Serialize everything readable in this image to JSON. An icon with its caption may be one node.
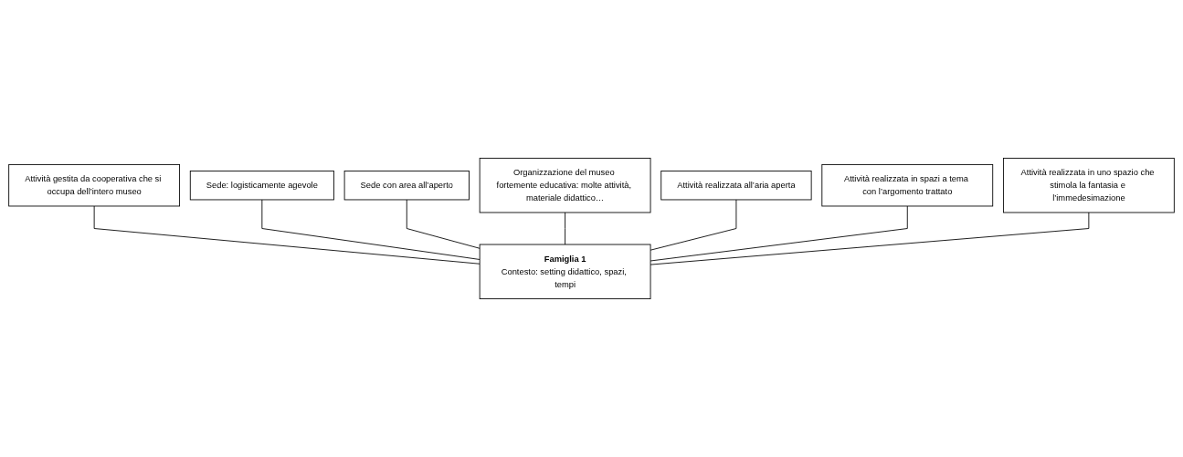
{
  "diagram": {
    "nodes": [
      {
        "text": [
          "Sede con area all’aperto"
        ]
      },
      {
        "text": [
          "Organizzazione del museo fortemente educativa: molte attività, materiale didattico…"
        ]
      },
      {
        "text": [
          "Attività realizzata all’aria aperta"
        ]
      },
      {
        "text": [
          "Sede: logisticamente agevole"
        ]
      },
      {
        "text": [
          "Attività realizzata in spazi a tema con l’argomento trattato"
        ]
      },
      {
        "text": [
          "Attività gestita da cooperativa che si occupa dell’intero museo"
        ]
      },
      {
        "text": [
          "Attività realizzata in uno spazio che stimola la fantasia e l’immedesimazione"
        ]
      },
      {
        "text": [
          "Famiglia 1",
          "Contesto: setting didattico, spazi, tempi"
        ]
      }
    ],
    "edges": [
      {
        "from": 5,
        "to": 7,
        "arrow": "none"
      },
      {
        "from": 3,
        "to": 7,
        "arrow": "none"
      },
      {
        "from": 0,
        "to": 7,
        "arrow": "none"
      },
      {
        "from": 1,
        "to": 7,
        "arrow": "none"
      },
      {
        "from": 2,
        "to": 7,
        "arrow": "none"
      },
      {
        "from": 4,
        "to": 7,
        "arrow": "none"
      },
      {
        "from": 6,
        "to": 7,
        "arrow": "none"
      }
    ]
  }
}
